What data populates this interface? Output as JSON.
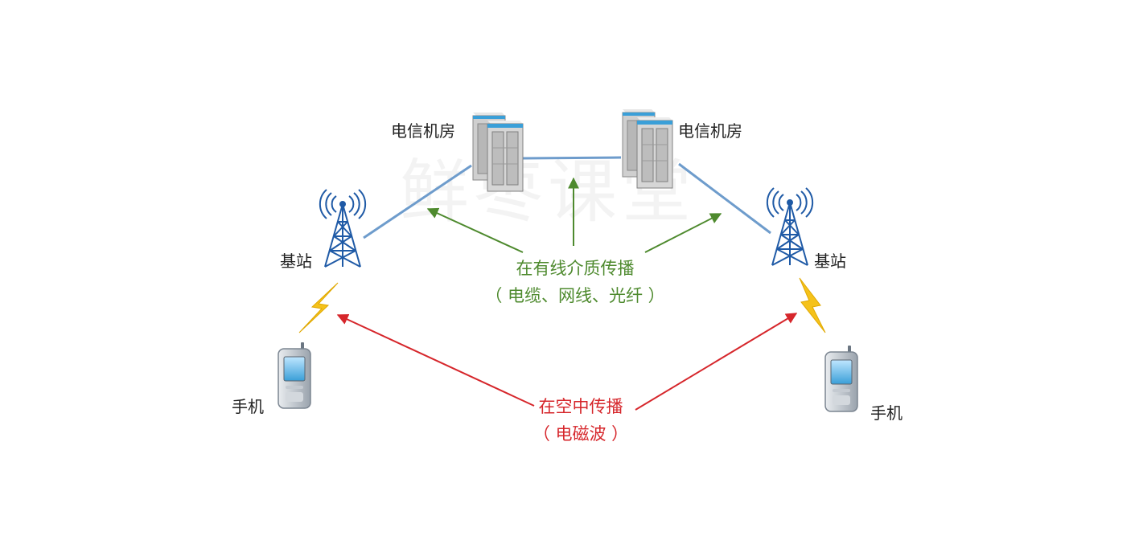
{
  "watermark": "鲜枣课堂",
  "nodes": {
    "server_left": "电信机房",
    "server_right": "电信机房",
    "station_left": "基站",
    "station_right": "基站",
    "phone_left": "手机",
    "phone_right": "手机"
  },
  "wired": {
    "line1": "在有线介质传播",
    "line2": "（ 电缆、网线、光纤 ）"
  },
  "wireless": {
    "line1": "在空中传播",
    "line2": "（ 电磁波 ）"
  },
  "colors": {
    "wired_link": "#6e9ccc",
    "wired_arrow": "#4e8a2e",
    "wireless_arrow": "#d6262b",
    "tower": "#1f5aa6",
    "lightning": "#f5c21b",
    "server_body": "#c8c8c8",
    "server_accent": "#3a9fd8"
  }
}
